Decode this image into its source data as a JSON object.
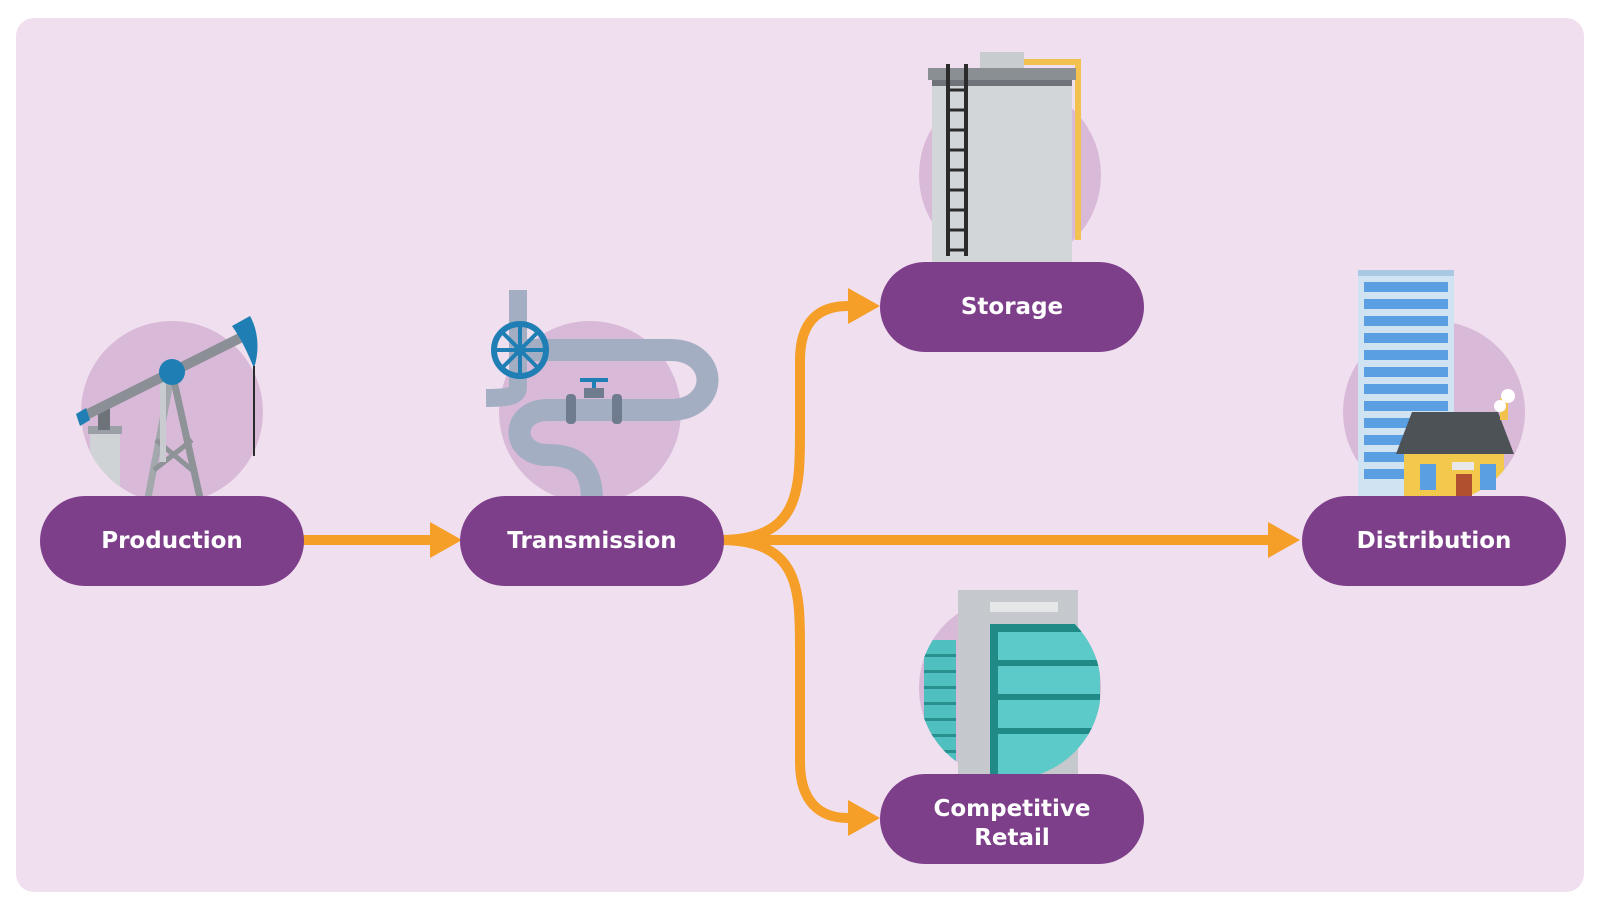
{
  "nodes": {
    "production": {
      "label": "Production"
    },
    "transmission": {
      "label": "Transmission"
    },
    "storage": {
      "label": "Storage"
    },
    "distribution": {
      "label": "Distribution"
    },
    "retail": {
      "label_line1": "Competitive",
      "label_line2": "Retail"
    }
  },
  "edges": [
    {
      "from": "Production",
      "to": "Transmission"
    },
    {
      "from": "Transmission",
      "to": "Storage"
    },
    {
      "from": "Transmission",
      "to": "Distribution"
    },
    {
      "from": "Transmission",
      "to": "Competitive Retail"
    }
  ],
  "colors": {
    "background": "#f0dfee",
    "pill": "#7e3f8a",
    "circle": "#d8b9d8",
    "arrow": "#f59e28"
  },
  "icons": {
    "production": "oil-pump-jack-icon",
    "transmission": "pipeline-valve-icon",
    "storage": "storage-tank-icon",
    "distribution": "city-buildings-house-icon",
    "retail": "office-building-icon"
  }
}
